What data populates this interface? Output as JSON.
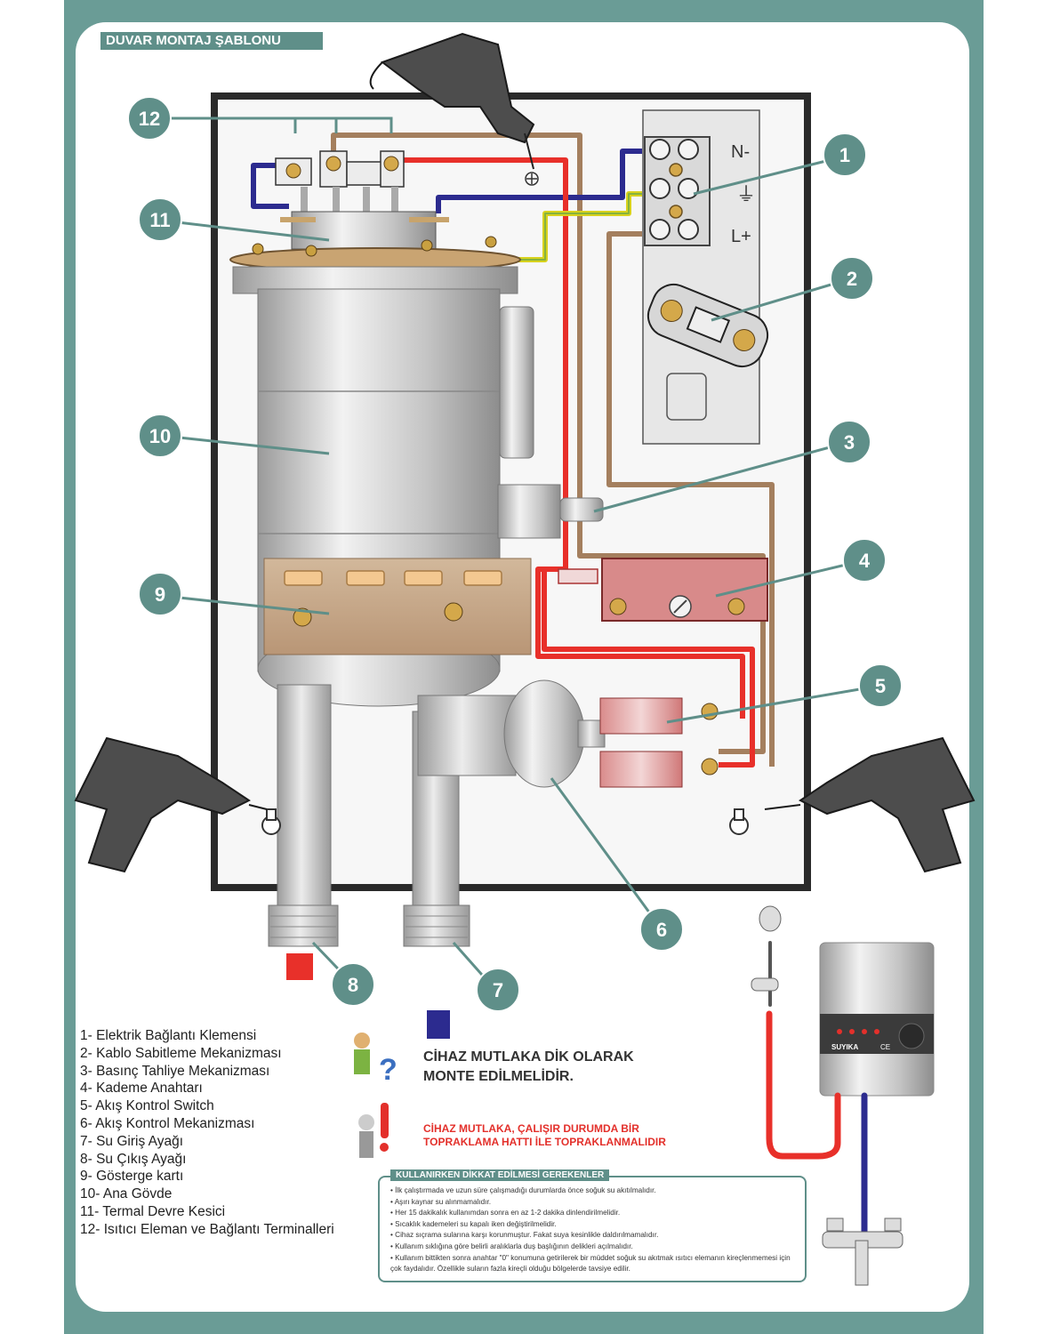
{
  "header": {
    "title": "DUVAR MONTAJ ŞABLONU"
  },
  "terminal": {
    "n": "N-",
    "earth": "⏚",
    "l": "L+"
  },
  "callouts": [
    "1",
    "2",
    "3",
    "4",
    "5",
    "6",
    "7",
    "8",
    "9",
    "10",
    "11",
    "12"
  ],
  "legend": [
    "1- Elektrik Bağlantı Klemensi",
    "2- Kablo Sabitleme  Mekanizması",
    "3- Basınç Tahliye Mekanizması",
    "4- Kademe Anahtarı",
    "5- Akış Kontrol Switch",
    "6- Akış Kontrol Mekanizması",
    "7- Su Giriş Ayağı",
    "8- Su Çıkış Ayağı",
    "9- Gösterge kartı",
    "10- Ana Gövde",
    "11- Termal Devre Kesici",
    "12- Isıtıcı Eleman ve Bağlantı Terminalleri"
  ],
  "warnings": {
    "vertical_line1": "CİHAZ MUTLAKA DİK OLARAK",
    "vertical_line2": "MONTE EDİLMELİDİR.",
    "ground_line1": "CİHAZ MUTLAKA, ÇALIŞIR DURUMDA BİR",
    "ground_line2": "TOPRAKLAMA HATTI İLE TOPRAKLANMALIDIR"
  },
  "notice": {
    "title": "KULLANIRKEN DİKKAT EDİLMESİ GEREKENLER",
    "items": [
      "İlk çalıştırmada ve uzun süre çalışmadığı durumlarda önce soğuk su akıtılmalıdır.",
      "Aşırı kaynar su alınmamalıdır.",
      "Her 15 dakikalık kullanımdan sonra en az 1-2 dakika dinlendirilmelidir.",
      "Sıcaklık kademeleri su kapalı iken değiştirilmelidir.",
      "Cihaz sıçrama sularına karşı korunmuştur. Fakat suya kesinlikle daldırılmamalıdır.",
      "Kullanım sıklığına göre belirli aralıklarla duş başlığının delikleri açılmalıdır.",
      "Kullanım bittikten sonra anahtar \"0\" konumuna getirilerek bir müddet soğuk su akıtmak ısıtıcı elemanın kireçlenmemesi için çok faydalıdır. Özellikle suların fazla kireçli olduğu bölgelerde tavsiye edilir."
    ]
  },
  "product": {
    "brand": "SUYIKA",
    "ce": "CE"
  },
  "colors": {
    "teal": "#5f8f89",
    "red_wire": "#e8302a",
    "blue_wire": "#2c2b8f",
    "brown_wire": "#a47f5e",
    "yellow_wire": "#d8d21e"
  }
}
